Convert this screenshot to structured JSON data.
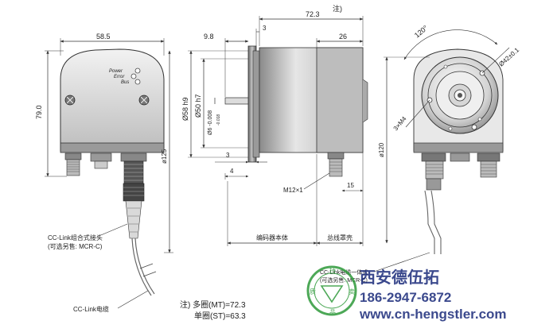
{
  "dims": {
    "width_585": "58.5",
    "height_790": "79.0",
    "height_125": "ø125",
    "length_723": "72.3",
    "offset_3_top": "3",
    "shaft_98": "9.8",
    "body_26": "26",
    "dia_58": "Ø58 h9",
    "dia_50": "Ø50 h7",
    "dia_6": "Ø6 -0.008",
    "dia_6_tol": "-0.018",
    "offset_3_mid": "3",
    "offset_4": "4",
    "thread": "M12×1",
    "dim_15": "15",
    "angle_120": "120°",
    "bolt_circle": "Ø42±0.1",
    "holes": "3×M4",
    "dia_120": "ø120"
  },
  "labels": {
    "note_mark": "注)",
    "led_power": "Power",
    "led_error": "Error",
    "led_bus": "Bus",
    "connector_label": "CC-Link组合式接头",
    "connector_option": "(可选另售: MCR-C)",
    "cable_label": "CC-Link电缆",
    "encoder_body": "编码器本体",
    "bus_housing": "总线罩壳",
    "cable_integrated": "CC-Link电缆一体式",
    "cable_integrated_option": "(可选另售: MCR-C)"
  },
  "note": {
    "line1": "注) 多圈(MT)=72.3",
    "line2": "单圈(ST)=63.3"
  },
  "watermark": {
    "company": "西安德伍拓",
    "phone": "186-2947-6872",
    "url": "www.cn-hengstler.com",
    "seal_chars": [
      "持",
      "卖",
      "品",
      "质"
    ]
  },
  "colors": {
    "line": "#333333",
    "body_dark": "#6e6e6e",
    "body_light": "#d8d8d8",
    "watermark_text": "#1a2a7a",
    "watermark_green": "#2e9a3a"
  }
}
